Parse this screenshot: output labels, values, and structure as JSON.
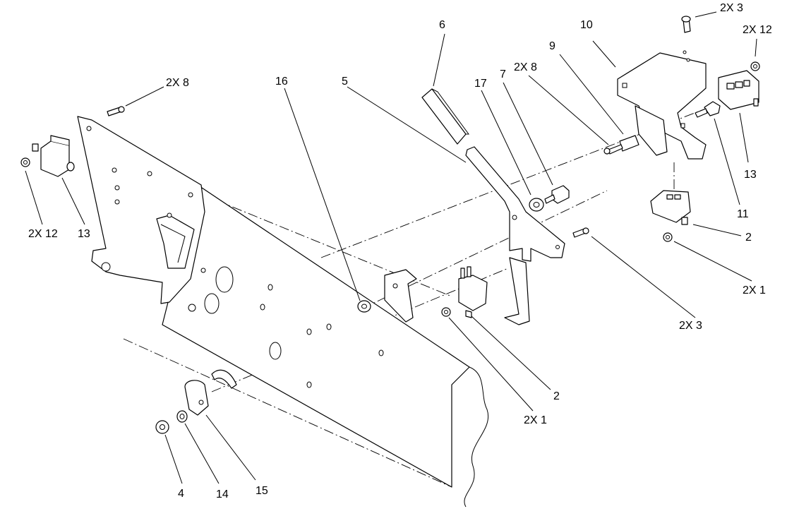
{
  "callouts": [
    {
      "id": "c6",
      "text": "6"
    },
    {
      "id": "c10",
      "text": "10"
    },
    {
      "id": "c2x3top",
      "text": "2X 3"
    },
    {
      "id": "c2x12tr",
      "text": "2X 12"
    },
    {
      "id": "c9",
      "text": "9"
    },
    {
      "id": "c2x8r",
      "text": "2X 8"
    },
    {
      "id": "c7",
      "text": "7"
    },
    {
      "id": "c17",
      "text": "17"
    },
    {
      "id": "c5",
      "text": "5"
    },
    {
      "id": "c16",
      "text": "16"
    },
    {
      "id": "c2x8l",
      "text": "2X 8"
    },
    {
      "id": "c13r",
      "text": "13"
    },
    {
      "id": "c11",
      "text": "11"
    },
    {
      "id": "c2r",
      "text": "2"
    },
    {
      "id": "c2x1r",
      "text": "2X 1"
    },
    {
      "id": "c2x3r",
      "text": "2X 3"
    },
    {
      "id": "c2x12l",
      "text": "2X 12"
    },
    {
      "id": "c13l",
      "text": "13"
    },
    {
      "id": "c2m",
      "text": "2"
    },
    {
      "id": "c2x1m",
      "text": "2X 1"
    },
    {
      "id": "c4",
      "text": "4"
    },
    {
      "id": "c14",
      "text": "14"
    },
    {
      "id": "c15",
      "text": "15"
    }
  ]
}
